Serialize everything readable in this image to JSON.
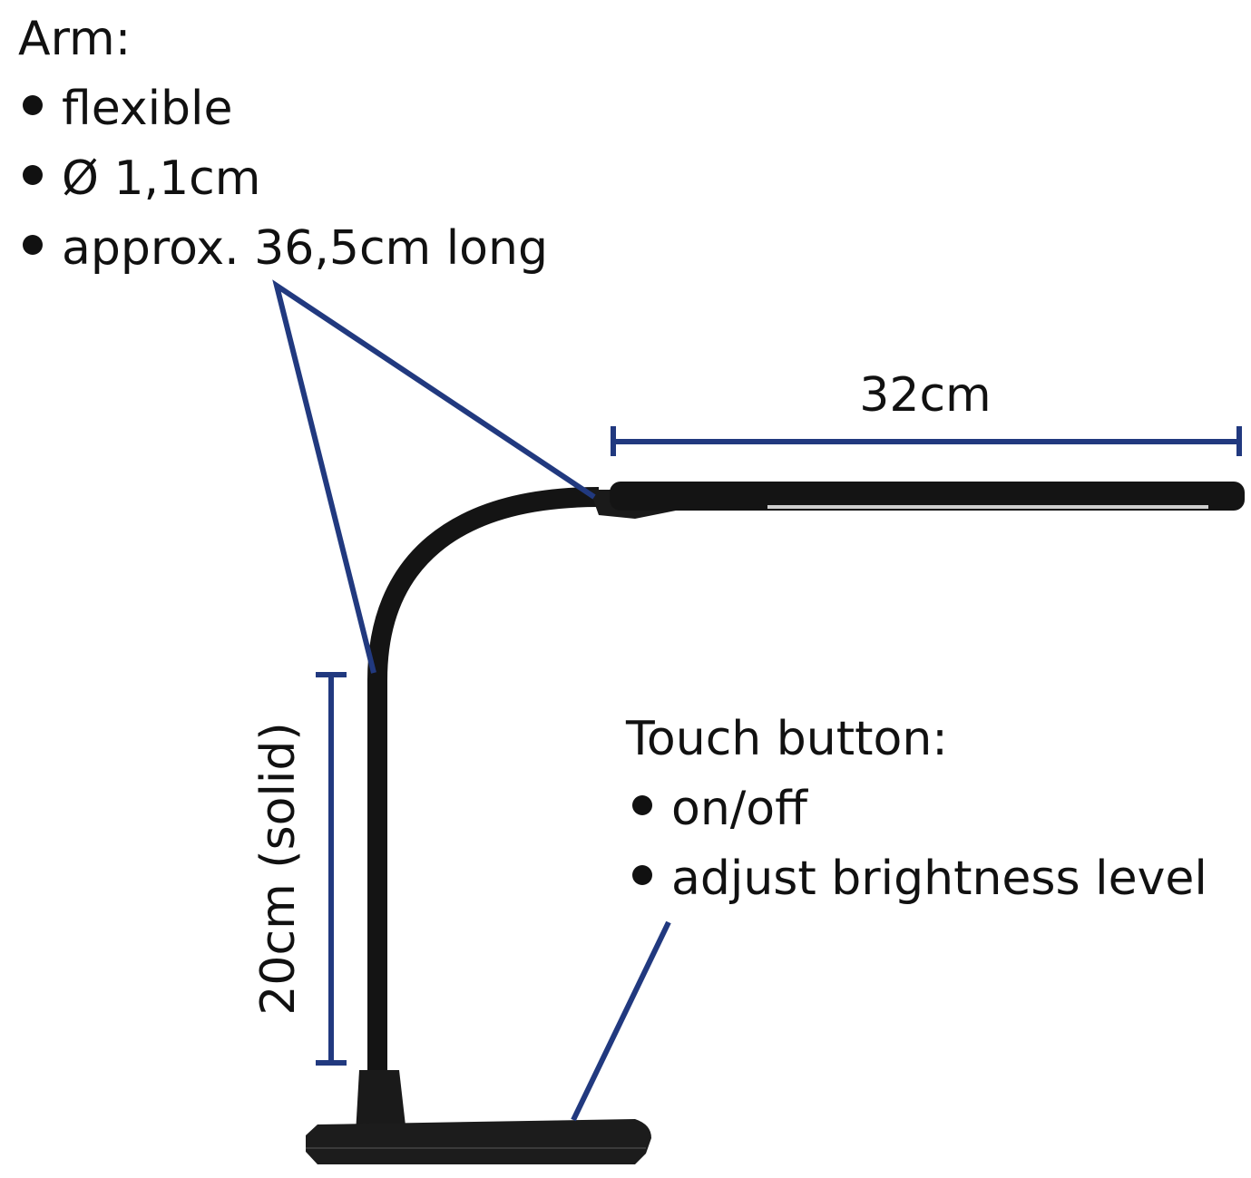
{
  "arm": {
    "heading": "Arm:",
    "bullets": [
      "flexible",
      "Ø 1,1cm",
      "approx. 36,5cm long"
    ]
  },
  "head_length": "32cm",
  "neck_height": "20cm (solid)",
  "touch": {
    "heading": "Touch button:",
    "bullets": [
      "on/off",
      "adjust brightness level"
    ]
  },
  "colors": {
    "annotation": "#21397f",
    "lamp": "#141414"
  }
}
